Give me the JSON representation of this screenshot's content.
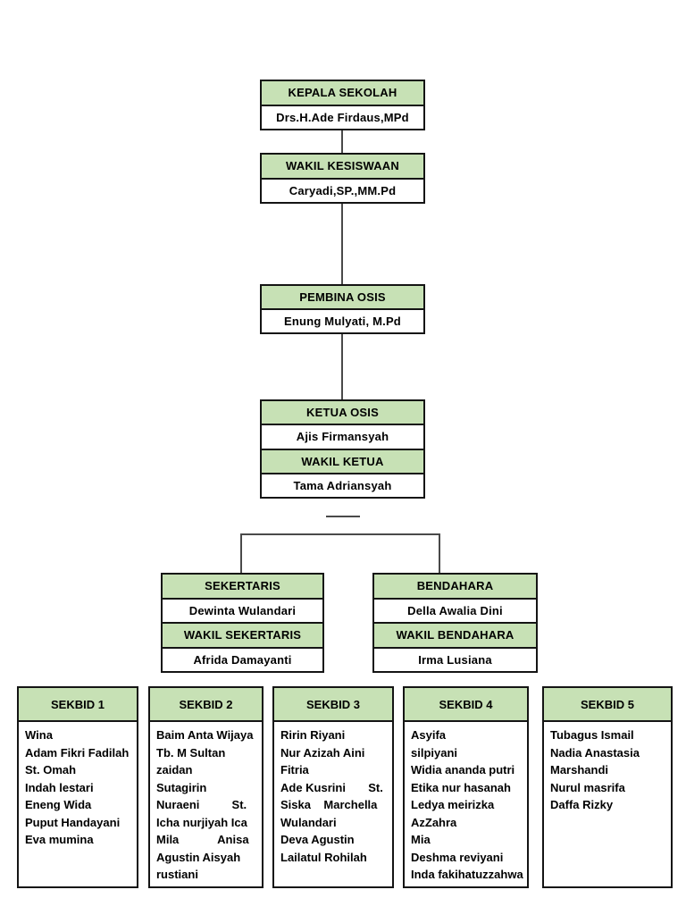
{
  "colors": {
    "header_fill": "#c7e1b5",
    "box_border": "#141414",
    "connector_line": "#4a4a4a"
  },
  "org": {
    "kepala": {
      "title": "KEPALA SEKOLAH",
      "name": "Drs.H.Ade Firdaus,MPd"
    },
    "wakil_kesiswaan": {
      "title": "WAKIL KESISWAAN",
      "name": "Caryadi,SP.,MM.Pd"
    },
    "pembina": {
      "title": "PEMBINA OSIS",
      "name": "Enung Mulyati, M.Pd"
    },
    "ketua": {
      "title": "KETUA OSIS",
      "name": "Ajis Firmansyah",
      "title2": "WAKIL KETUA",
      "name2": "Tama Adriansyah"
    },
    "sekertaris": {
      "title": "SEKERTARIS",
      "name": "Dewinta Wulandari",
      "title2": "WAKIL SEKERTARIS",
      "name2": "Afrida Damayanti"
    },
    "bendahara": {
      "title": "BENDAHARA",
      "name": "Della Awalia Dini",
      "title2": "WAKIL BENDAHARA",
      "name2": "Irma Lusiana"
    },
    "sekbids": [
      {
        "title": "SEKBID 1",
        "members": [
          "Wina",
          "Adam Fikri Fadilah",
          "St. Omah",
          "Indah lestari",
          "Eneng Wida",
          "Puput Handayani",
          "Eva mumina"
        ]
      },
      {
        "title": "SEKBID 2",
        "members": [
          "Baim Anta Wijaya",
          "Tb. M Sultan",
          "zaidan",
          "Sutagirin",
          "Nuraeni          St.",
          "Icha nurjiyah Ica",
          "Mila            Anisa",
          "Agustin Aisyah",
          "rustiani"
        ]
      },
      {
        "title": "SEKBID 3",
        "members": [
          "Ririn Riyani",
          "Nur Azizah Aini",
          "Fitria",
          "Ade Kusrini       St.",
          "Siska    Marchella",
          "Wulandari",
          "Deva Agustin",
          "Lailatul Rohilah"
        ]
      },
      {
        "title": "SEKBID 4",
        "members": [
          "Asyifa",
          "silpiyani",
          "Widia ananda putri",
          "Etika nur hasanah",
          "Ledya meirizka",
          "AzZahra",
          "Mia",
          "Deshma reviyani",
          "Inda fakihatuzzahwa"
        ]
      },
      {
        "title": "SEKBID 5",
        "members": [
          "Tubagus Ismail",
          "Nadia Anastasia",
          "Marshandi",
          "Nurul masrifa",
          "Daffa Rizky"
        ]
      }
    ]
  }
}
